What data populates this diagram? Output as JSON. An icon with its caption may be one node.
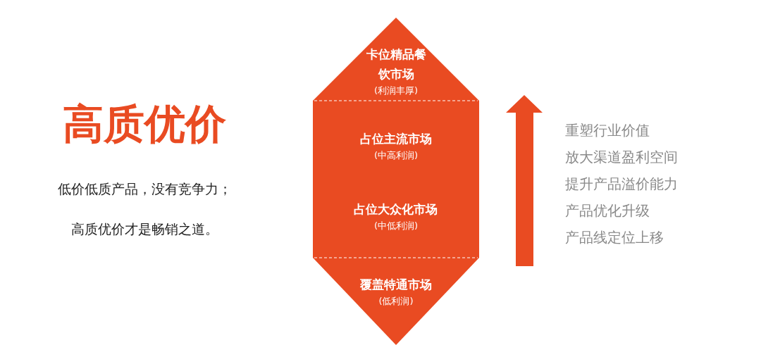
{
  "diagram": {
    "title": "高质优价",
    "nodes": [
      {
        "text": [
          "卡位精品餐饮市场",
          "(利润丰厚)"
        ]
      },
      {
        "text": [
          "占位主流市场",
          "(中高利润)",
          "占位大众化市场",
          "(中低利润)"
        ]
      },
      {
        "text": [
          "覆盖特通市场",
          "(低利润)"
        ]
      }
    ],
    "labels": [
      "低价低质产品，没有竞争力；",
      "高质优价才是畅销之道。",
      "重塑行业价值",
      "放大渠道盈利空间",
      "提升产品溢价能力",
      "产品优化升级",
      "产品线定位上移"
    ]
  }
}
